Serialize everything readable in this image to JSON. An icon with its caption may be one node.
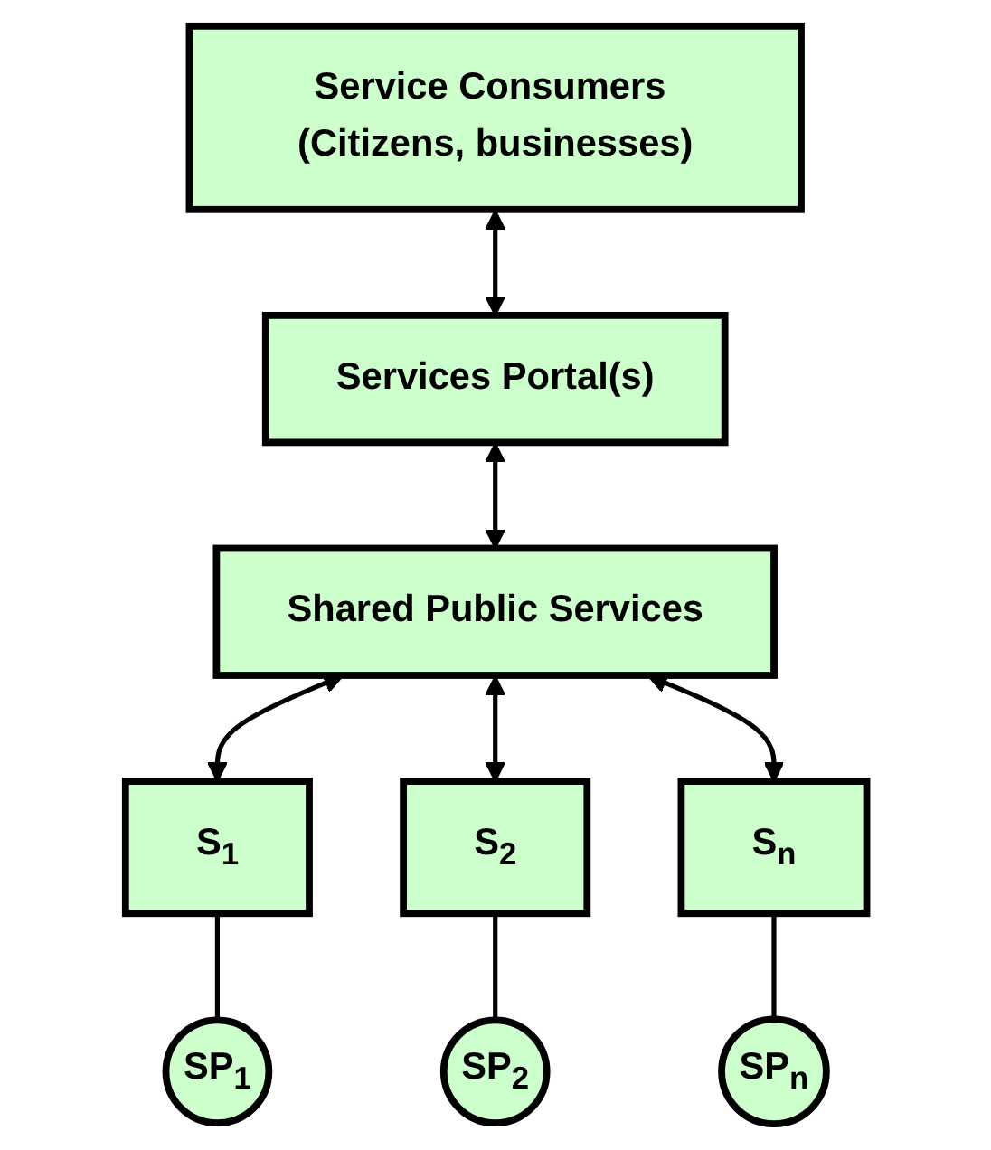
{
  "diagram": {
    "nodes": [
      {
        "text": [
          "Service Consumers (Citizens, businesses)"
        ]
      },
      {
        "text": [
          "Services Portal(s)"
        ]
      },
      {
        "text": [
          "Shared Public Services"
        ]
      },
      {
        "text": [
          "S$_{1}$"
        ]
      },
      {
        "text": [
          "S$_{2}$"
        ]
      },
      {
        "text": [
          "S$_{n}$"
        ]
      },
      {
        "text": [
          "SP$_{1}$"
        ]
      },
      {
        "text": [
          "SP$_{2}$"
        ]
      },
      {
        "text": [
          "SP$_{n}$"
        ]
      }
    ],
    "edges": [
      {
        "from": 0,
        "to": 1,
        "arrow": "both"
      },
      {
        "from": 1,
        "to": 2,
        "arrow": "both"
      },
      {
        "from": 2,
        "to": 3,
        "arrow": "both"
      },
      {
        "from": 2,
        "to": 4,
        "arrow": "both"
      },
      {
        "from": 2,
        "to": 5,
        "arrow": "both"
      },
      {
        "from": 3,
        "to": 6,
        "arrow": "none"
      },
      {
        "from": 4,
        "to": 7,
        "arrow": "none"
      },
      {
        "from": 5,
        "to": 8,
        "arrow": "none"
      }
    ]
  }
}
